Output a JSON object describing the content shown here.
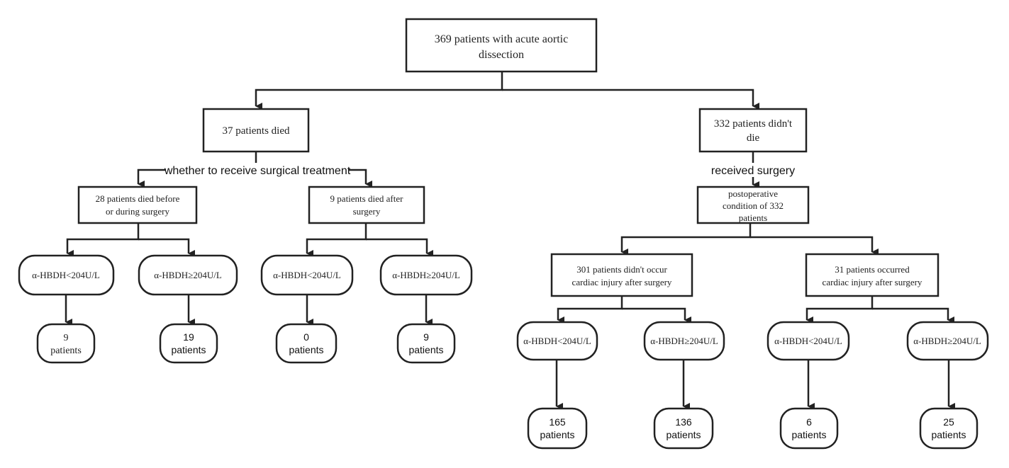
{
  "flowchart": {
    "root": {
      "line1": "369 patients with acute aortic",
      "line2": "dissection"
    },
    "died": {
      "label": "37 patients died"
    },
    "survived": {
      "line1": "332 patients didn't",
      "line2": "die"
    },
    "edge_labels": {
      "surgical_question": "whether to receive surgical treatment",
      "received_surgery": "received surgery"
    },
    "died_before": {
      "line1": "28 patients died before",
      "line2": "or during surgery"
    },
    "died_after": {
      "line1": "9 patients died after",
      "line2": "surgery"
    },
    "postop": {
      "line1": "postoperative",
      "line2": "condition of 332",
      "line3": "patients"
    },
    "no_injury": {
      "line1": "301 patients didn't  occur",
      "line2": "cardiac injury after surgery"
    },
    "injury": {
      "line1": "31 patients occurred",
      "line2": "cardiac injury after surgery"
    },
    "thresholds": {
      "low": "α-HBDH<204U/L",
      "high": "α-HBDH≥204U/L"
    },
    "outcomes": {
      "before_low": {
        "count": "9",
        "unit": "patients"
      },
      "before_high": {
        "count": "19",
        "unit": "patients"
      },
      "after_low": {
        "count": "0",
        "unit": "patients"
      },
      "after_high": {
        "count": "9",
        "unit": "patients"
      },
      "noinj_low": {
        "count": "165",
        "unit": "patients"
      },
      "noinj_high": {
        "count": "136",
        "unit": "patients"
      },
      "inj_low": {
        "count": "6",
        "unit": "patients"
      },
      "inj_high": {
        "count": "25",
        "unit": "patients"
      }
    }
  }
}
